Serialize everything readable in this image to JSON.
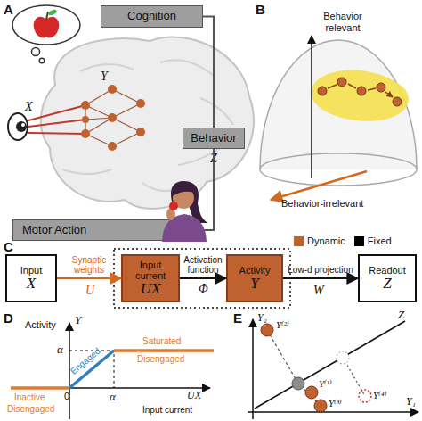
{
  "diagram": {
    "nodes": [
      {
        "text": [
          "Cognition"
        ]
      },
      {
        "text": [
          "Behavior"
        ]
      },
      {
        "text": [
          "Motor Action"
        ]
      },
      {
        "text": [
          "Input",
          "X"
        ]
      },
      {
        "text": [
          "Input current",
          "UX"
        ]
      },
      {
        "text": [
          "Activity",
          "Y"
        ]
      },
      {
        "text": [
          "Readout",
          "Z"
        ]
      }
    ],
    "edges": [
      {
        "from": 0,
        "to": 1,
        "arrow": "none"
      },
      {
        "from": 1,
        "to": 2,
        "arrow": "none"
      },
      {
        "from": 3,
        "to": 4,
        "arrow": "to",
        "label": "Synaptic weights"
      },
      {
        "from": 4,
        "to": 5,
        "arrow": "to",
        "label": "Activation function"
      },
      {
        "from": 5,
        "to": 6,
        "arrow": "to",
        "label": "Low-d projection"
      }
    ],
    "labels": [
      "A",
      "X",
      "Y",
      "Z",
      "B",
      "Behavior relevant",
      "Behavior-irrelevant",
      "C",
      "U",
      "Φ",
      "W",
      "D",
      "Activity",
      "Y",
      "α",
      "0",
      "α",
      "Inactive",
      "Disengaged",
      "Engaged",
      "Saturated",
      "Disengaged",
      "UX",
      "Input current",
      "E",
      "Y₂",
      "Y₁",
      "Z",
      "Y⁽²⁾",
      "Y⁽¹⁾",
      "Y⁽³⁾",
      "Y⁽⁴⁾"
    ],
    "legend": [
      {
        "text": "Dynamic",
        "color": "#c0622f"
      },
      {
        "text": "Fixed",
        "color": "#000000"
      }
    ]
  }
}
